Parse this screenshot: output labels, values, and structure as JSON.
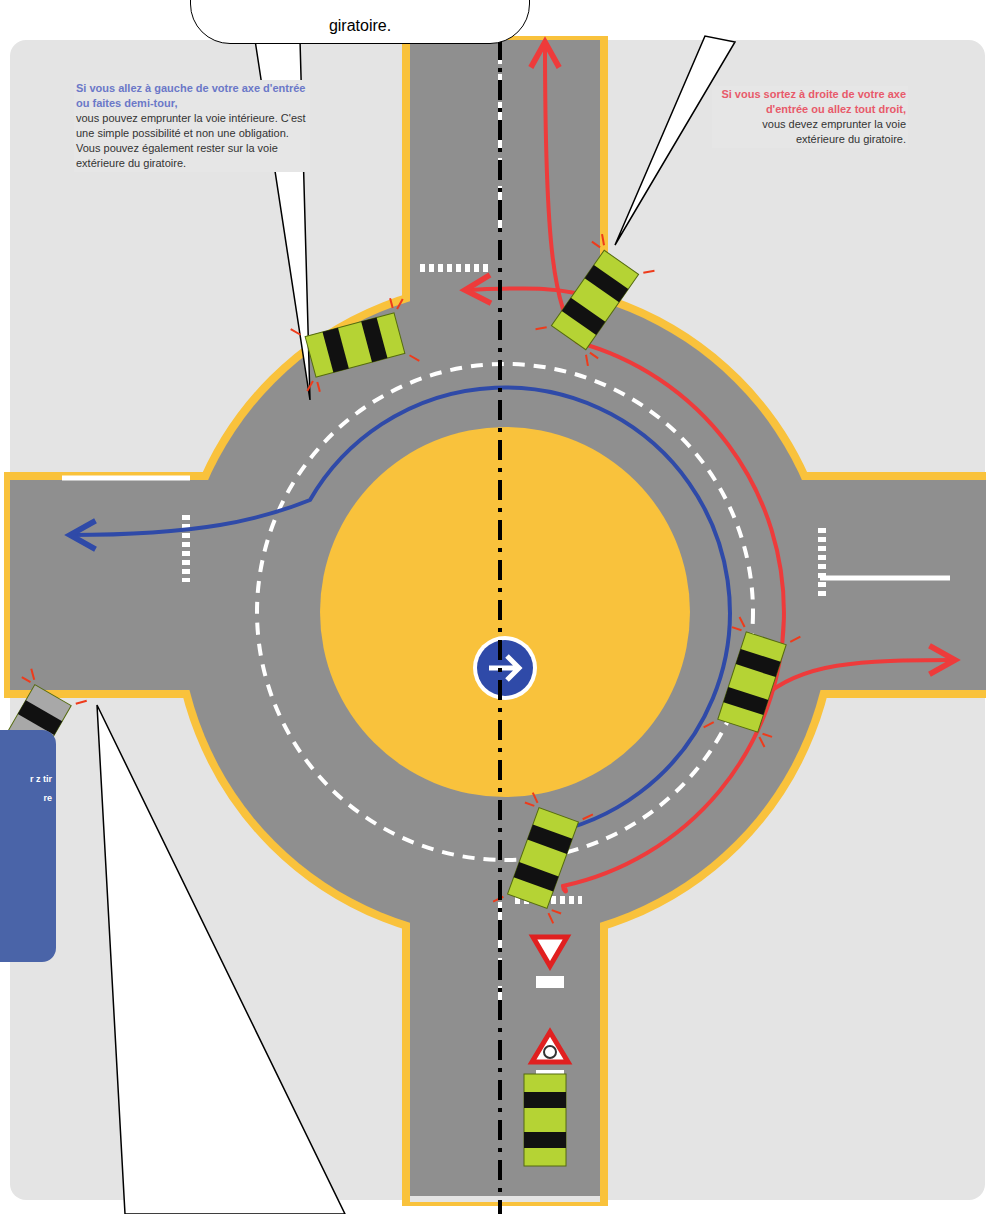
{
  "diagram": {
    "nodes": [
      {
        "text": [
          "giratoire."
        ]
      },
      {
        "text": [
          "r z tir re"
        ]
      }
    ],
    "labels": [
      "Si vous allez à gauche de votre axe d'entrée ou faites demi-tour,",
      "vous pouvez emprunter la voie intérieure. C'est une simple possibilité et non une obligation. Vous pouvez également rester sur la voie extérieure du giratoire.",
      "Si vous sortez à droite de votre axe d'entrée ou allez tout droit,",
      "vous devez emprunter la voie extérieure du giratoire."
    ]
  }
}
